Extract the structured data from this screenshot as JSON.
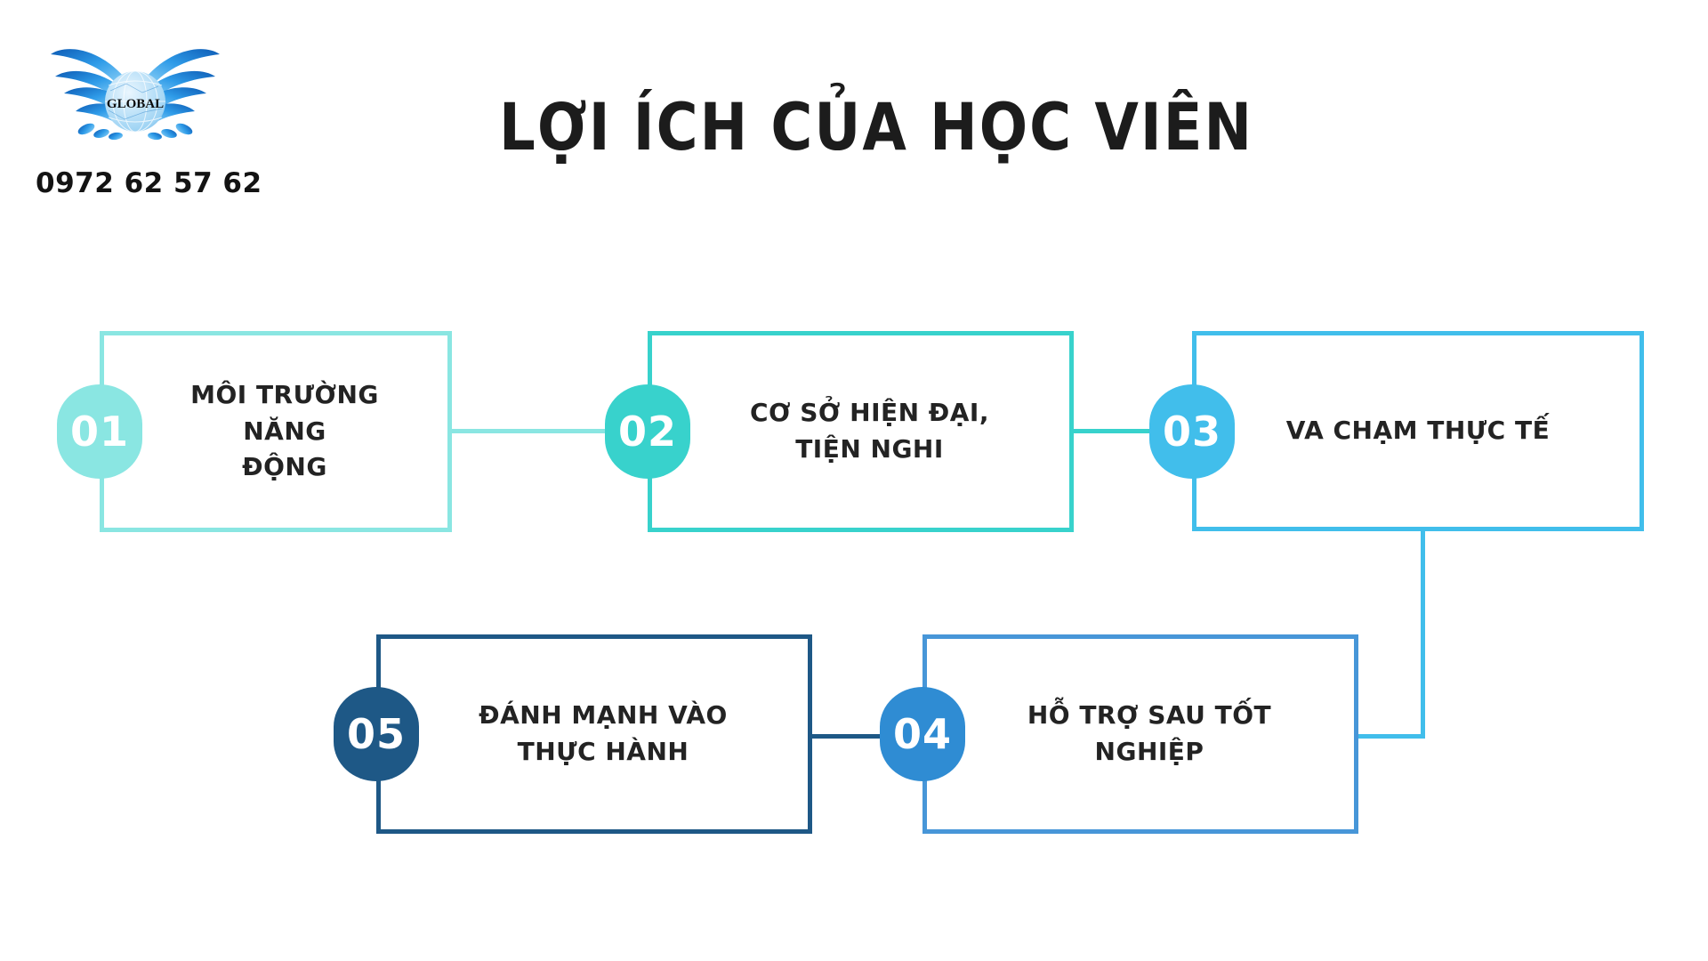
{
  "brand": {
    "logo_text": "GLOBAL",
    "phone": "0972 62 57 62"
  },
  "title": "LỢI ÍCH CỦA HỌC VIÊN",
  "diagram": {
    "nodes": [
      {
        "number": "01",
        "label": "MÔI TRƯỜNG NĂNG\nĐỘNG",
        "color": "#8AE6E2",
        "border_color": "#8AE6E2"
      },
      {
        "number": "02",
        "label": "CƠ SỞ HIỆN ĐẠI,\nTIỆN NGHI",
        "color": "#38D2CC",
        "border_color": "#38D2CC"
      },
      {
        "number": "03",
        "label": "VA CHẠM THỰC TẾ",
        "color": "#41BEEB",
        "border_color": "#41BEEB"
      },
      {
        "number": "04",
        "label": "HỖ TRỢ SAU TỐT\nNGHIỆP",
        "color": "#2F8CD3",
        "border_color": "#4796D8"
      },
      {
        "number": "05",
        "label": "ĐÁNH MẠNH VÀO\nTHỰC HÀNH",
        "color": "#1E5886",
        "border_color": "#1E5886"
      }
    ],
    "connections": [
      {
        "from": "01",
        "to": "02"
      },
      {
        "from": "02",
        "to": "03"
      },
      {
        "from": "03",
        "to": "04"
      },
      {
        "from": "05",
        "to": "04"
      }
    ]
  }
}
